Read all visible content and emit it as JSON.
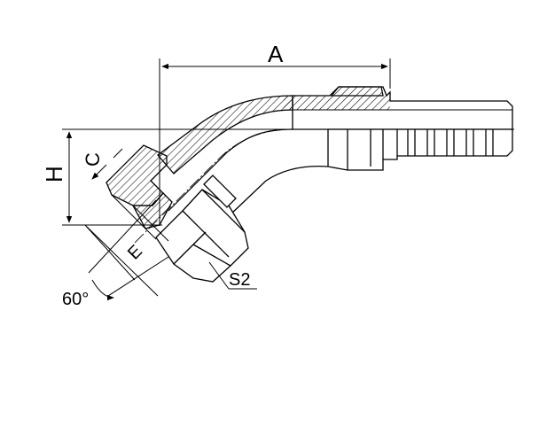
{
  "drawing": {
    "labels": {
      "a": "A",
      "h": "H",
      "c": "C",
      "e": "E",
      "s2": "S2",
      "angle": "60°"
    },
    "colors": {
      "ink": "#000000",
      "paper": "#ffffff"
    }
  }
}
